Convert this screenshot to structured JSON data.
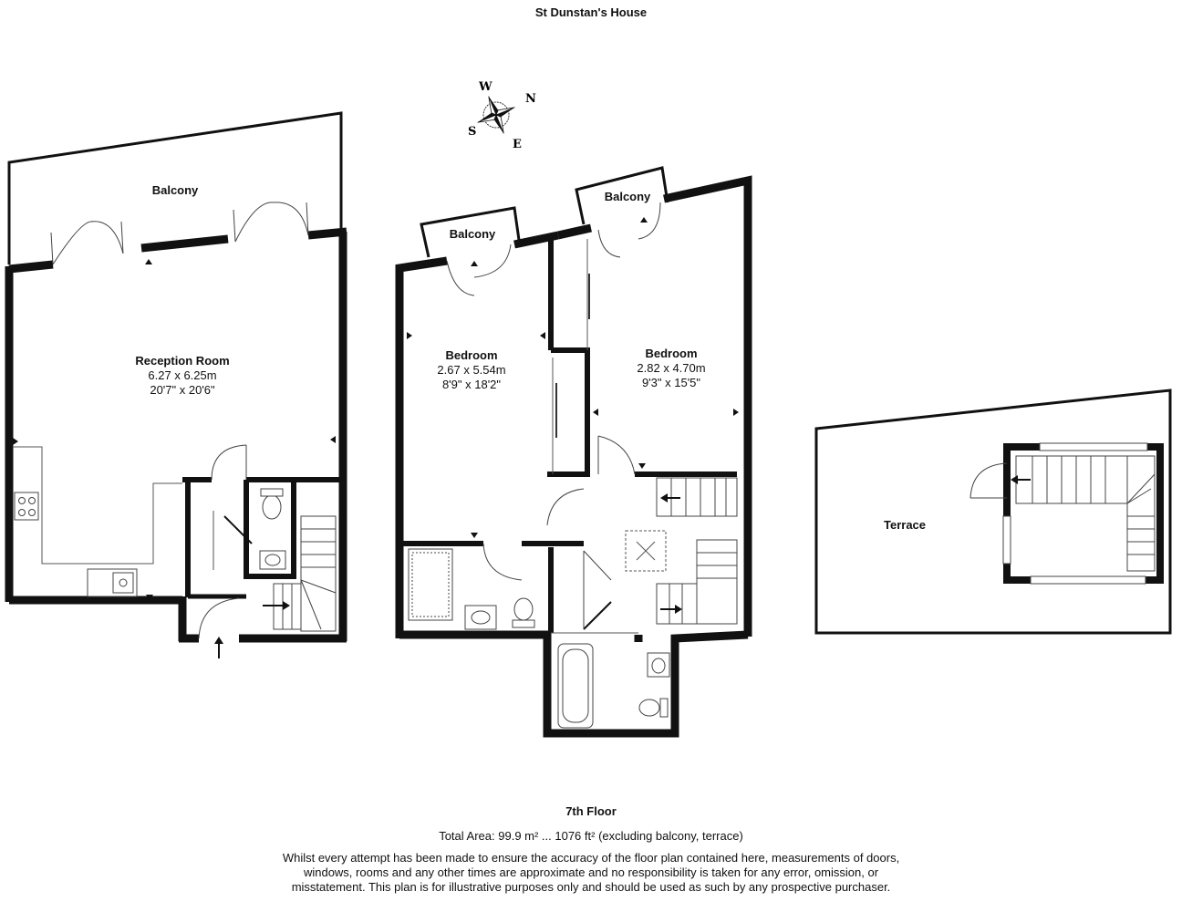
{
  "header": {
    "title": "St Dunstan's House"
  },
  "compass": {
    "w": "W",
    "n": "N",
    "s": "S",
    "e": "E"
  },
  "rooms": {
    "balcony_main": "Balcony",
    "balcony_bed1": "Balcony",
    "balcony_bed2": "Balcony",
    "reception": {
      "name": "Reception Room",
      "metric": "6.27 x 6.25m",
      "imperial": "20'7\" x 20'6\""
    },
    "bedroom1": {
      "name": "Bedroom",
      "metric": "2.67 x 5.54m",
      "imperial": "8'9\" x 18'2\""
    },
    "bedroom2": {
      "name": "Bedroom",
      "metric": "2.82 x 4.70m",
      "imperial": "9'3\" x 15'5\""
    },
    "terrace": "Terrace"
  },
  "footer": {
    "floor": "7th Floor",
    "total_area": "Total Area: 99.9 m² ... 1076 ft² (excluding balcony, terrace)",
    "disclaimer": "Whilst every attempt has been made to ensure the accuracy of the floor plan contained here, measurements of doors, windows, rooms and any other times are approximate and no responsibility is taken for any error, omission, or misstatement. This plan is for illustrative purposes only and should be used as such by any prospective purchaser."
  },
  "colors": {
    "wall": "#111111",
    "line": "#333333",
    "background": "#ffffff"
  }
}
